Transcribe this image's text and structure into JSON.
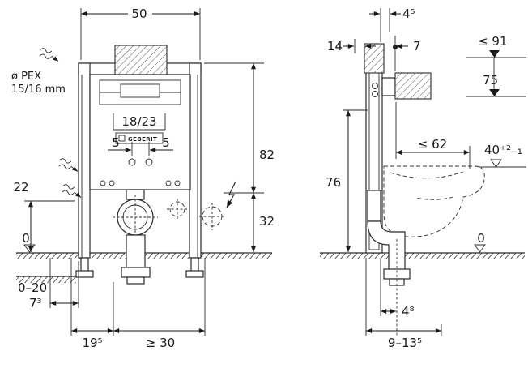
{
  "drawing_title": "wall-hung WC installation frame dimensions",
  "icons": {
    "water_supply": "squiggle-arrow-icon",
    "electrical": "lightning-bolt-icon",
    "datum": "level-triangle-icon"
  },
  "front": {
    "width_50": "50",
    "pex1": "ø PEX",
    "pex2": "15/16 mm",
    "plate_18_23": "18/23",
    "logo": "GEBERIT",
    "offset_5l": "5",
    "offset_5r": "5",
    "h22": "22",
    "datum0": "0",
    "range_0_20": "0–20",
    "d73": "7³",
    "d195": "19⁵",
    "dmin30": "≥ 30",
    "h82": "82",
    "h32": "32"
  },
  "side": {
    "d45": "4⁵",
    "d14": "14",
    "d7": "7",
    "hmax91": "≤ 91",
    "h75": "75",
    "h76": "76",
    "dmax62": "≤ 62",
    "seat40": "40⁺²₋₁",
    "datum0": "0",
    "d48": "4⁸",
    "d9_135": "9–13⁵"
  }
}
